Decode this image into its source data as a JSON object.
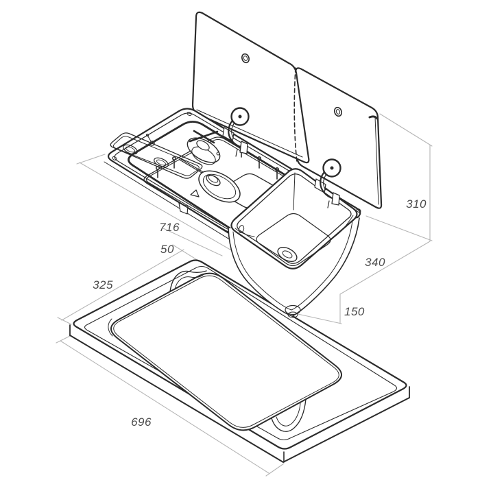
{
  "meta": {
    "title": "Combination hob and sink unit with folding glass lids and mounting frame - dimensioned isometric drawing"
  },
  "colors": {
    "background": "#ffffff",
    "drawing_line": "#2b2b2b",
    "dimension_line": "#b5b5b5",
    "dimension_text": "#4a4a4a"
  },
  "dimensions": {
    "unit_width": "716",
    "lid_open_height": "310",
    "unit_depth": "340",
    "sink_bowl_depth": "150",
    "edge_offset": "50",
    "frame_depth": "325",
    "frame_length": "696"
  },
  "components": {
    "glass_lid_left": "left folding glass lid (open)",
    "glass_lid_right": "right folding glass lid (open)",
    "worktop": "hob and sink worktop flange",
    "drip_tray": "rear-left recess tray",
    "pan_support": "wire pan support grid",
    "burner_rear": "rear gas burner",
    "burner_front": "front gas burner",
    "sink_bowl": "square sink bowl with drain",
    "mounting_frame": "counter mounting frame with cutout",
    "lid_clamps": "lid hinge clamps"
  }
}
